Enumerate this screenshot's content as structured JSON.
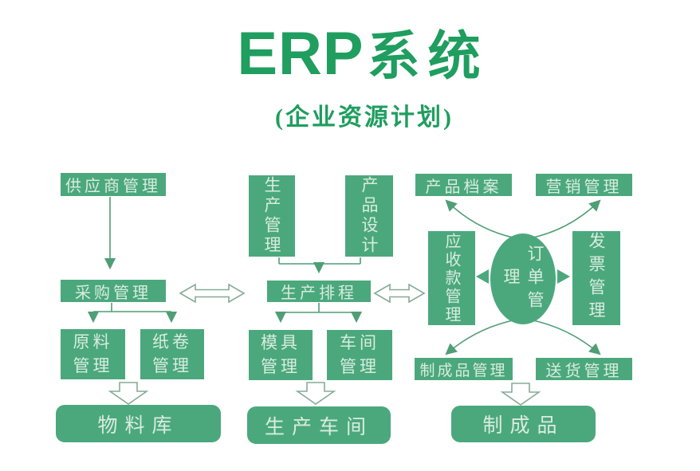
{
  "title": {
    "latin": "ERP",
    "cjk": "系统"
  },
  "subtitle": "(企业资源计划)",
  "colors": {
    "title": "#1f9e5f",
    "box": "#4ba87d",
    "box_text": "#d9ecdf",
    "line": "#4f9e76",
    "hollow_outline": "#86ab97",
    "background": "#ffffff"
  },
  "nodes": {
    "supplier": "供应商管理",
    "purchase": "采购管理",
    "raw_material": "原料管理",
    "paper_roll": "纸卷管理",
    "material_store": "物料库",
    "production_mgmt": "生产管理",
    "product_design": "产品设计",
    "schedule": "生产排程",
    "mold": "模具管理",
    "workshop": "车间管理",
    "production_workshop": "生产车间",
    "product_archive": "产品档案",
    "marketing": "营销管理",
    "receivables": "应收款管理",
    "order": "订单管理",
    "invoice": "发票管理",
    "finished_mgmt": "制成品管理",
    "delivery": "送货管理",
    "finished": "制成品"
  }
}
